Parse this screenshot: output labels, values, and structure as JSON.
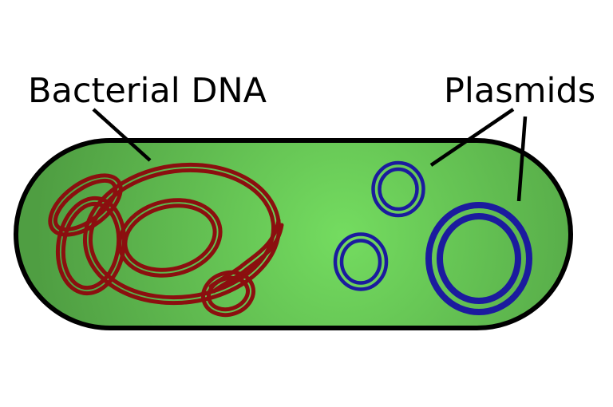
{
  "title": "Bacterial cell diagram",
  "labels": {
    "bacterial_dna": "Bacterial DNA",
    "plasmids": "Plasmids"
  },
  "colors": {
    "background": "#ffffff",
    "cell_center": "#74dc60",
    "cell_edge": "#4f9e42",
    "cell_outline": "#000000",
    "dna": "#8b0f0f",
    "plasmid": "#1b1b9e",
    "leader_line": "#000000",
    "text": "#000000"
  },
  "diagram": {
    "type": "biology-schematic",
    "subject": "bacterial cell (capsule shape) containing chromosomal DNA tangle and three circular plasmids",
    "elements": [
      {
        "name": "cell-body",
        "shape": "capsule",
        "fill": "green radial gradient",
        "outline": "black"
      },
      {
        "name": "bacterial-dna",
        "shape": "tangled double-stranded closed loop",
        "color": "dark red",
        "position": "left half of cell"
      },
      {
        "name": "plasmid-small-upper",
        "shape": "double circle",
        "color": "dark blue",
        "position": "upper middle-right"
      },
      {
        "name": "plasmid-small-lower",
        "shape": "double circle",
        "color": "dark blue",
        "position": "lower middle-right"
      },
      {
        "name": "plasmid-large",
        "shape": "double circle",
        "color": "dark blue",
        "position": "right end of cell"
      }
    ],
    "annotations": [
      {
        "label": "Bacterial DNA",
        "leader_line_to": "dna tangle"
      },
      {
        "label": "Plasmids",
        "leader_lines_to": [
          "small upper plasmid",
          "large plasmid"
        ]
      }
    ]
  }
}
